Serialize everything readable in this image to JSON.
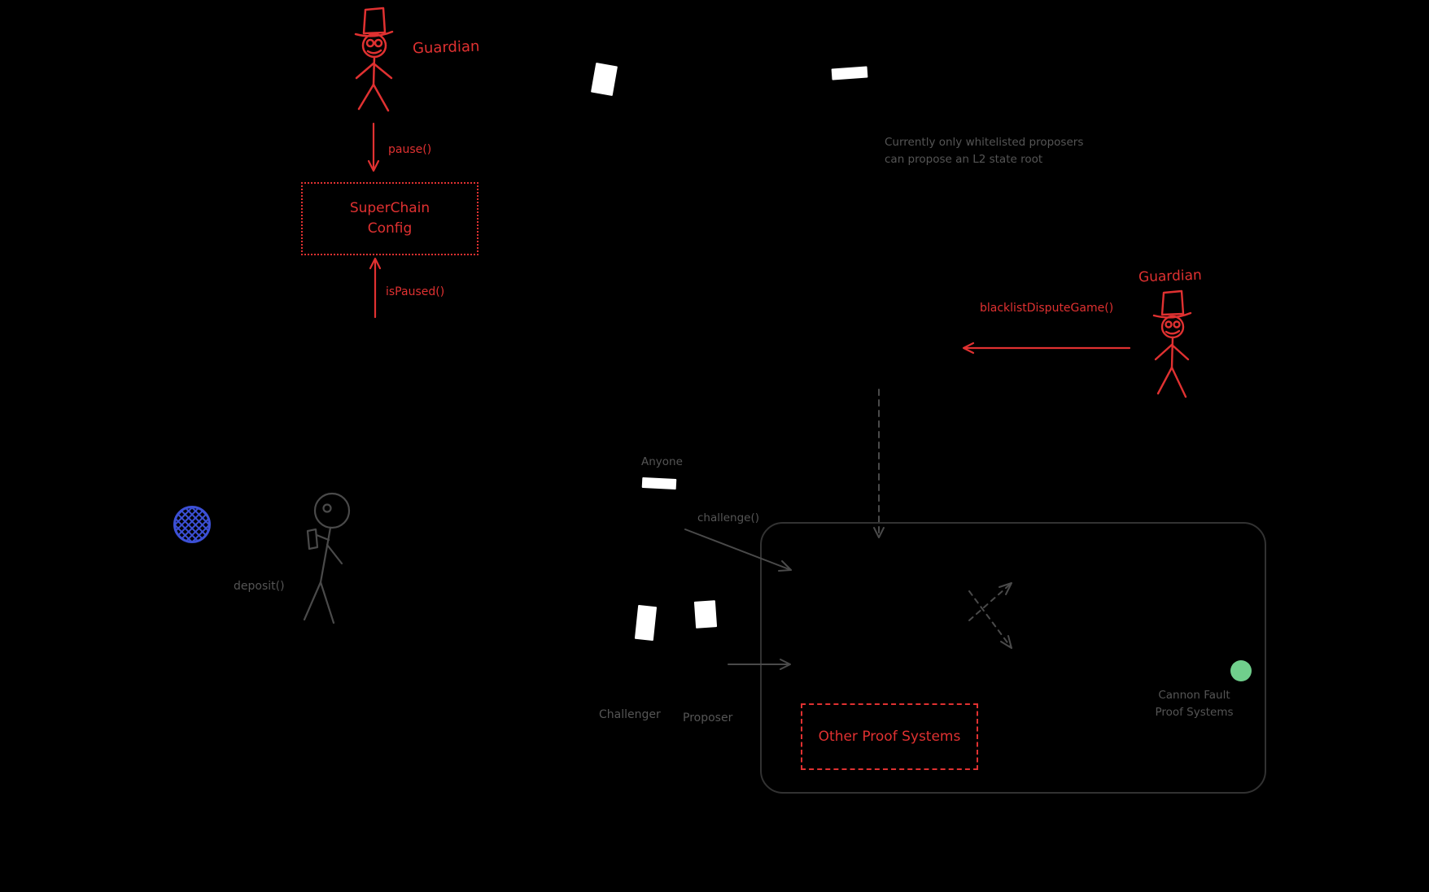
{
  "palette": {
    "background": "#000000",
    "red_accent": "#e03131",
    "gray_text": "#555555",
    "box_stroke": "#323232",
    "arrow_gray": "#4a4a4a",
    "blue_token": "#3c50d6",
    "green_dot": "#70cf8c",
    "paper_white": "#ffffff"
  },
  "icons": {
    "guardian_top": "top-hat-stick-figure-icon",
    "guardian_right": "top-hat-stick-figure-icon",
    "user": "stick-figure-icon",
    "documents": "white-paper-icon",
    "eth_token": "blue-hatched-circle-icon",
    "cannon_dot": "green-circle-icon"
  },
  "guardian_top": {
    "label": "Guardian",
    "pause_label": "pause()",
    "is_paused_label": "isPaused()"
  },
  "superchain": {
    "line1": "SuperChain",
    "line2": "Config"
  },
  "whitelist_note": {
    "line1": "Currently only whitelisted proposers",
    "line2": "can propose an L2 state root"
  },
  "guardian_right": {
    "label": "Guardian",
    "blacklist_label": "blacklistDisputeGame()"
  },
  "anyone": {
    "label": "Anyone",
    "challenge_label": "challenge()"
  },
  "bridge": {
    "deposit_label": "deposit()"
  },
  "actors": {
    "challenger_label": "Challenger",
    "proposer_label": "Proposer"
  },
  "proof_systems": {
    "other_label": "Other Proof Systems",
    "cannon_line1": "Cannon Fault",
    "cannon_line2": "Proof Systems"
  }
}
